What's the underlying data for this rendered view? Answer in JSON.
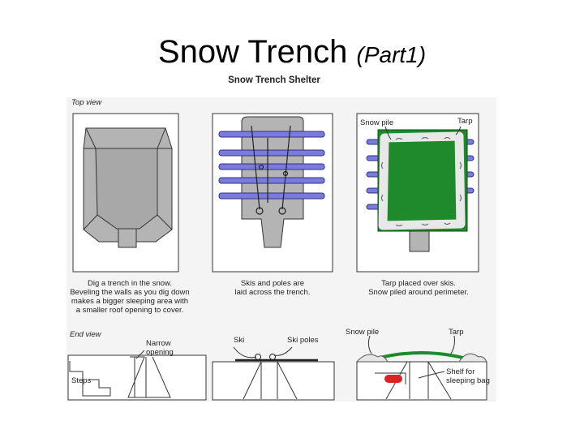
{
  "slide": {
    "title_main": "Snow Trench",
    "title_part": "(Part1)"
  },
  "figure": {
    "title": "Snow Trench Shelter",
    "top_view_label": "Top view",
    "end_view_label": "End view",
    "captions": [
      [
        "Dig a trench in the snow.",
        "Beveling the walls as you dig down",
        "makes a bigger sleeping area with",
        "a smaller roof opening to cover."
      ],
      [
        "Skis and poles are",
        "laid across the trench."
      ],
      [
        "Tarp placed over skis.",
        "Snow piled around perimeter."
      ]
    ],
    "labels": {
      "snow_pile_top": "Snow pile",
      "tarp_top": "Tarp",
      "narrow_opening": [
        "Narrow",
        "opening"
      ],
      "steps": "Steps",
      "ski": "Ski",
      "ski_poles": "Ski poles",
      "snow_pile_end": "Snow pile",
      "tarp_end": "Tarp",
      "shelf": [
        "Shelf for",
        "sleeping bag"
      ]
    }
  },
  "colors": {
    "trench_gray": "#b4b4b4",
    "ski_blue": "#7a7ae0",
    "tarp_green": "#1f8a2c",
    "sleeping_bag_red": "#dd2222",
    "line": "#333333"
  }
}
